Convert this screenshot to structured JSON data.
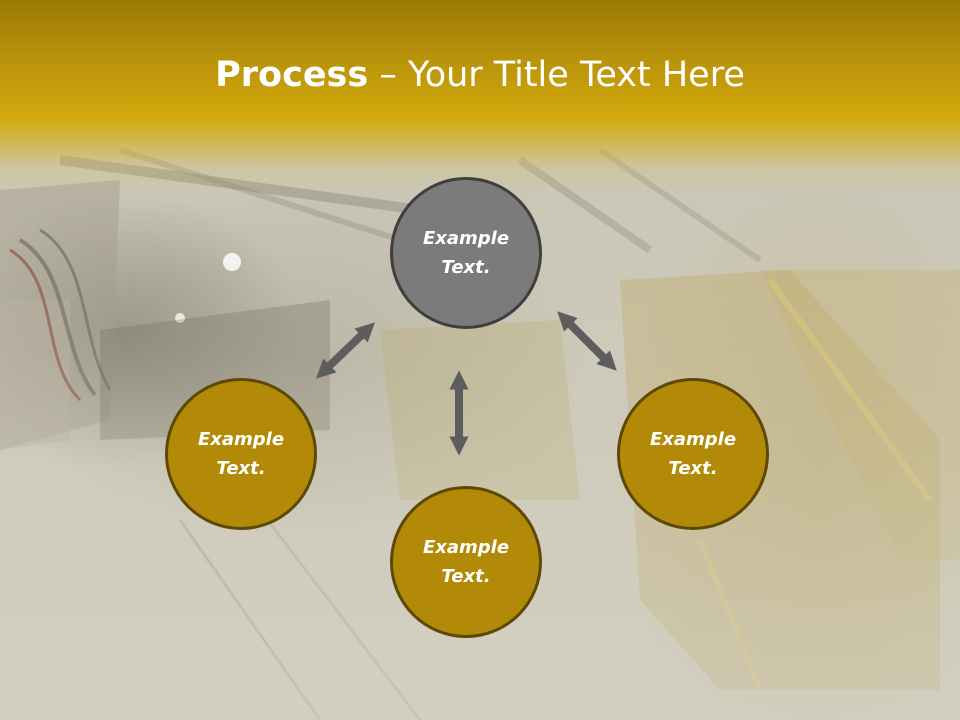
{
  "slide": {
    "title_bold": "Process",
    "title_rest": " – Your Title Text Here"
  },
  "diagram": {
    "center": {
      "label": "Example\nText."
    },
    "left": {
      "label": "Example\nText."
    },
    "right": {
      "label": "Example\nText."
    },
    "bottom": {
      "label": "Example\nText."
    }
  },
  "colors": {
    "header": "#d2a90d",
    "node_gold": "#b38a08",
    "node_gray": "#7b7b7b",
    "arrow": "#5d5d5d"
  }
}
